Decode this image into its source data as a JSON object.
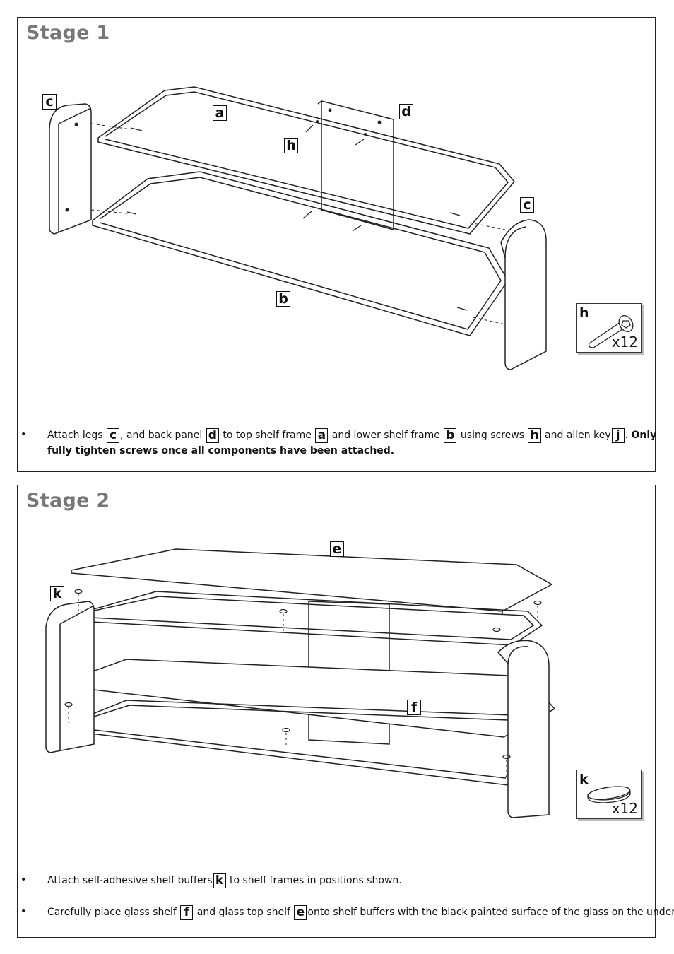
{
  "stage1": {
    "title": "Stage 1",
    "labels": {
      "c_left": "c",
      "a": "a",
      "d": "d",
      "h": "h",
      "c_right": "c",
      "b": "b"
    },
    "parts": {
      "label": "h",
      "qty": "x12"
    },
    "instruction": {
      "t1": "Attach legs",
      "c": "c",
      "t2": ", and back panel",
      "d": "d",
      "t3": "to top shelf frame",
      "a": "a",
      "t4": "and lower shelf frame",
      "b": "b",
      "t5": "using screws",
      "h": "h",
      "t6": "and allen key",
      "j": "j",
      "t7": ".",
      "bold1": "Only",
      "bold2": "fully tighten screws once all components have been attached."
    }
  },
  "stage2": {
    "title": "Stage 2",
    "labels": {
      "e": "e",
      "k": "k",
      "f": "f"
    },
    "parts": {
      "label": "k",
      "qty": "x12"
    },
    "instruction1": {
      "t1": "Attach self-adhesive shelf buffers",
      "k": "k",
      "t2": "to shelf frames in positions shown."
    },
    "instruction2": {
      "t1": "Carefully place glass shelf",
      "f": "f",
      "t2": "and glass top shelf",
      "e": "e",
      "t3": "onto shelf buffers with the black painted surface of the glass on the underside."
    }
  }
}
